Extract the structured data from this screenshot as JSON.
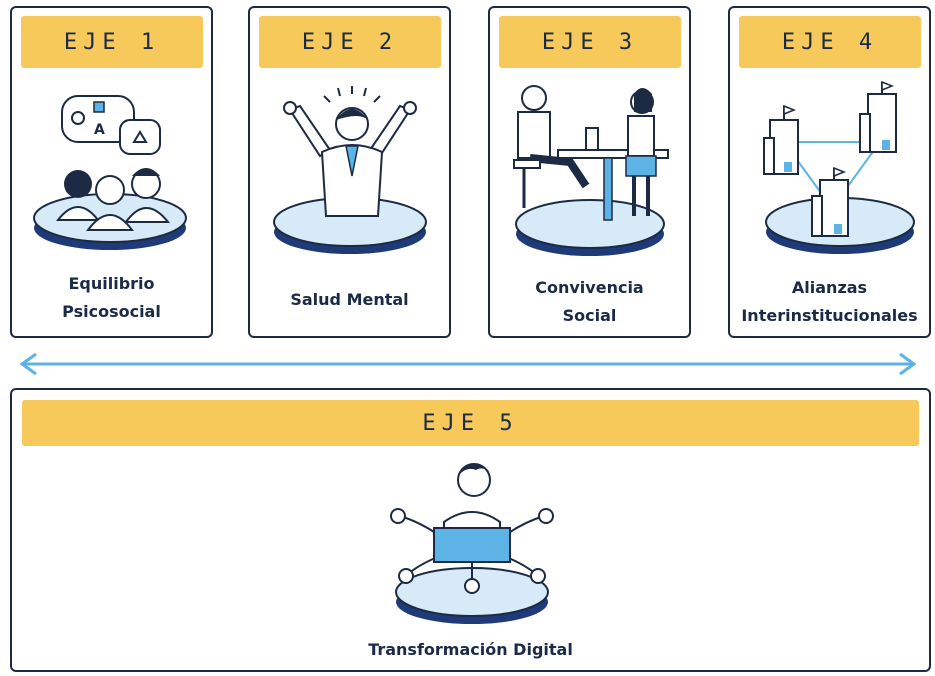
{
  "axes": [
    {
      "tag": "EJE 1",
      "lines": [
        "Equilibrio",
        "Psicosocial"
      ],
      "icon": "group-conversation-icon"
    },
    {
      "tag": "EJE 2",
      "lines": [
        "Salud Mental"
      ],
      "icon": "happy-person-arms-raised-icon"
    },
    {
      "tag": "EJE 3",
      "lines": [
        "Convivencia",
        "Social"
      ],
      "icon": "two-people-at-cafe-table-icon"
    },
    {
      "tag": "EJE 4",
      "lines": [
        "Alianzas",
        "Interinstitucionales"
      ],
      "icon": "connected-buildings-icon"
    }
  ],
  "axis5": {
    "tag": "EJE 5",
    "label": "Transformación Digital",
    "icon": "person-with-laptop-network-icon"
  },
  "colors": {
    "accent": "#f7c85a",
    "outline": "#1d2a44",
    "platform": "#d6eaf8",
    "platform_dark": "#1e3a78",
    "arrow": "#5db3e6"
  }
}
